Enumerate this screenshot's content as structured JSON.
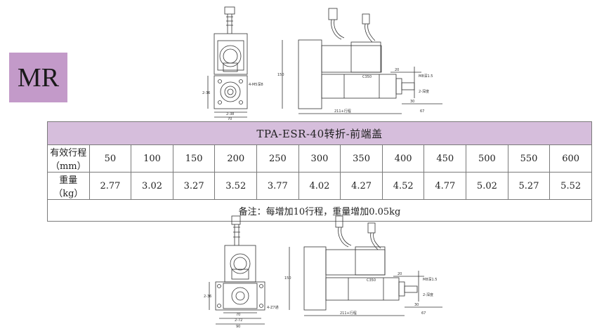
{
  "badge": {
    "text": "MR",
    "color": "#c39ac9"
  },
  "table": {
    "title": "TPA-ESR-40转折-前端盖",
    "header_color": "#d6bedc",
    "stroke_label": "有效行程（mm）",
    "weight_label": "重量（kg）",
    "strokes": [
      "50",
      "100",
      "150",
      "200",
      "250",
      "300",
      "350",
      "400",
      "450",
      "500",
      "550",
      "600"
    ],
    "weights": [
      "2.77",
      "3.02",
      "3.27",
      "3.52",
      "3.77",
      "4.02",
      "4.27",
      "4.52",
      "4.77",
      "5.02",
      "5.27",
      "5.52"
    ],
    "note": "备注：每增加10行程，重量增加0.05kg"
  },
  "top_drawing": {
    "front_dims": {
      "w1": "2-38",
      "w2": "70",
      "h1": "2-36",
      "hole": "4-M5深8"
    },
    "side_dims": {
      "height": "150",
      "tube": "C350",
      "length": "211+行程",
      "right": "67",
      "d1": "20",
      "d2": "30",
      "shaft": "M8深1.5",
      "flat": "2-深度"
    }
  },
  "bottom_drawing": {
    "front_dims": {
      "w1": "70",
      "w2": "2-72",
      "w3": "90",
      "h1": "2-36",
      "hole": "4-Z7通"
    },
    "side_dims": {
      "height": "150",
      "tube": "C350",
      "length": "211+行程",
      "right": "67",
      "d1": "20",
      "d2": "30",
      "shaft": "M8深1.5",
      "flat": "2-深度"
    }
  }
}
